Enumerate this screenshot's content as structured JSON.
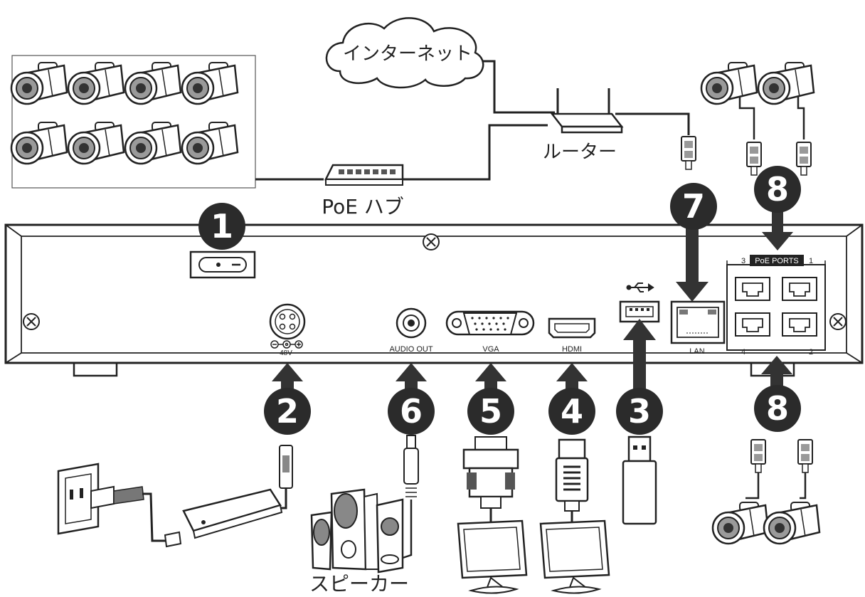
{
  "labels": {
    "internet": "インターネット",
    "router": "ルーター",
    "poe_hub": "PoE ハブ",
    "speaker": "スピーカー",
    "power_spec": "48V",
    "audio_out": "AUDIO OUT",
    "vga": "VGA",
    "hdmi": "HDMI",
    "lan": "LAN",
    "poe_ports": "PoE PORTS",
    "port_3": "3",
    "port_1": "1",
    "port_4": "4",
    "port_2": "2"
  },
  "callouts": {
    "power_switch": "1",
    "power_in": "2",
    "usb": "3",
    "hdmi": "4",
    "vga": "5",
    "audio": "6",
    "lan": "7",
    "poe_top": "8",
    "poe_bottom": "8"
  },
  "colors": {
    "line": "#222222",
    "callout_fill": "#2b2b2b",
    "background": "#ffffff"
  }
}
